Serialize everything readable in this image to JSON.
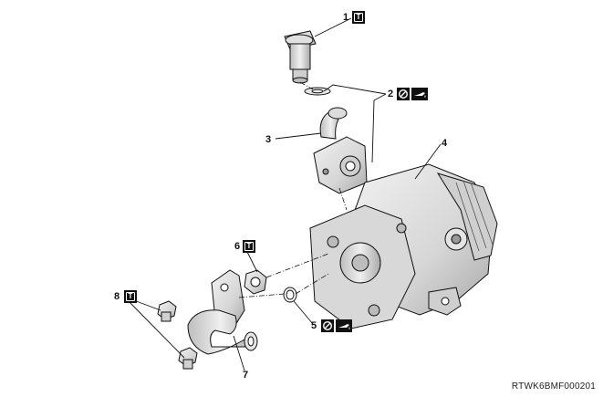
{
  "callouts": [
    {
      "number": "1",
      "icons": [
        "torque-icon"
      ]
    },
    {
      "number": "2",
      "icons": [
        "no-reuse-icon",
        "oil-icon"
      ]
    },
    {
      "number": "3",
      "icons": []
    },
    {
      "number": "4",
      "icons": []
    },
    {
      "number": "5",
      "icons": [
        "no-reuse-icon",
        "oil-icon"
      ]
    },
    {
      "number": "6",
      "icons": [
        "torque-icon"
      ]
    },
    {
      "number": "7",
      "icons": []
    },
    {
      "number": "8",
      "icons": [
        "torque-icon"
      ]
    }
  ],
  "torque_symbol": "T",
  "figure_code": "RTWK6BMF000201",
  "colors": {
    "line": "#111111",
    "part_light": "#e6e6e6",
    "part_mid": "#c9c9c9",
    "part_dark": "#9a9a9a"
  }
}
